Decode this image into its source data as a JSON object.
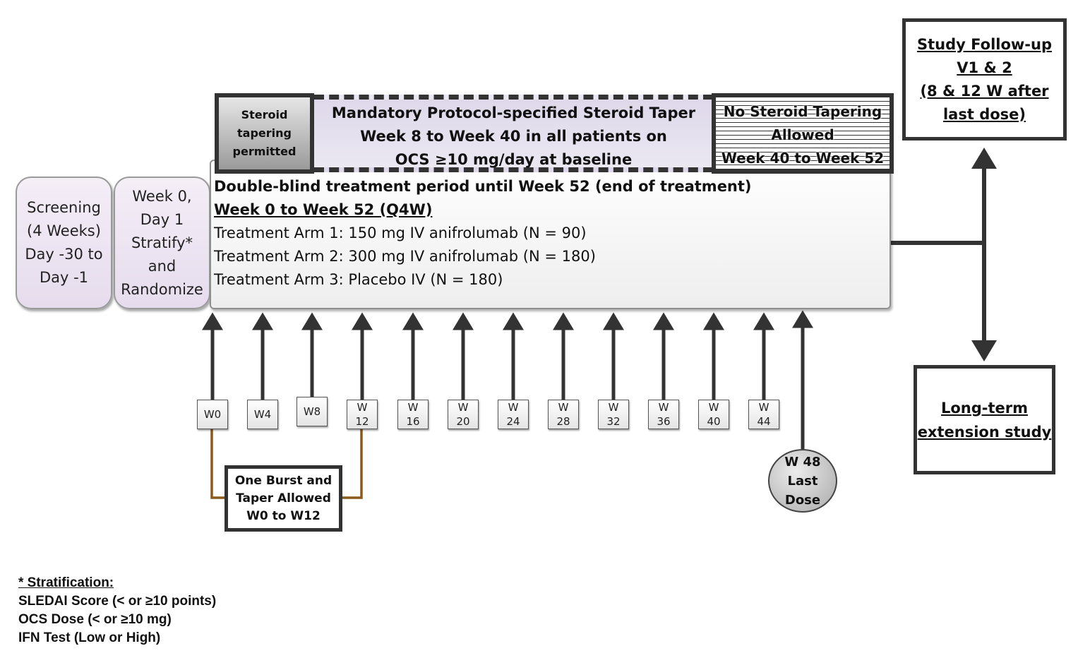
{
  "screening": [
    "Screening",
    "(4 Weeks)",
    "Day -30 to",
    "Day -1"
  ],
  "randomize": [
    "Week 0,",
    "Day 1",
    "Stratify*",
    "and",
    "Randomize"
  ],
  "steroid_permitted": [
    "Steroid",
    "tapering",
    "permitted"
  ],
  "mandatory_taper": [
    "Mandatory Protocol-specified Steroid Taper",
    "Week 8 to Week 40 in all patients on",
    "OCS ≥10 mg/day at baseline"
  ],
  "no_tapering": [
    "No Steroid Tapering",
    "Allowed",
    "Week 40 to Week 52"
  ],
  "treatment": {
    "period": "Double-blind treatment period until Week 52 (end of treatment)",
    "schedule": "Week 0 to Week 52 (Q4W)",
    "arm1": "Treatment Arm 1: 150 mg IV anifrolumab (N = 90)",
    "arm2": "Treatment Arm 2: 300 mg IV anifrolumab (N = 180)",
    "arm3": "Treatment Arm 3: Placebo IV (N = 180)"
  },
  "follow_up": [
    "Study Follow-up",
    "V1 & 2",
    "(8 & 12 W after",
    "last dose)"
  ],
  "extension": [
    "Long-term",
    "extension study"
  ],
  "weeks": [
    [
      "W0"
    ],
    [
      "W4"
    ],
    [
      "W8"
    ],
    [
      "W",
      "12"
    ],
    [
      "W",
      "16"
    ],
    [
      "W",
      "20"
    ],
    [
      "W",
      "24"
    ],
    [
      "W",
      "28"
    ],
    [
      "W",
      "32"
    ],
    [
      "W",
      "36"
    ],
    [
      "W",
      "40"
    ],
    [
      "W",
      "44"
    ]
  ],
  "last_dose": [
    "W 48",
    "Last",
    "Dose"
  ],
  "burst": [
    "One Burst and",
    "Taper Allowed",
    "W0 to W12"
  ],
  "stratification": {
    "heading": "* Stratification:",
    "items": [
      "SLEDAI Score (< or ≥10 points)",
      "OCS Dose (< or ≥10 mg)",
      "IFN Test (Low or High)"
    ]
  },
  "colors": {
    "pill_fill": "#ede5f1",
    "taper_fill": "#e2dcec",
    "outline": "#333333",
    "bracket": "#8b5a1a"
  }
}
